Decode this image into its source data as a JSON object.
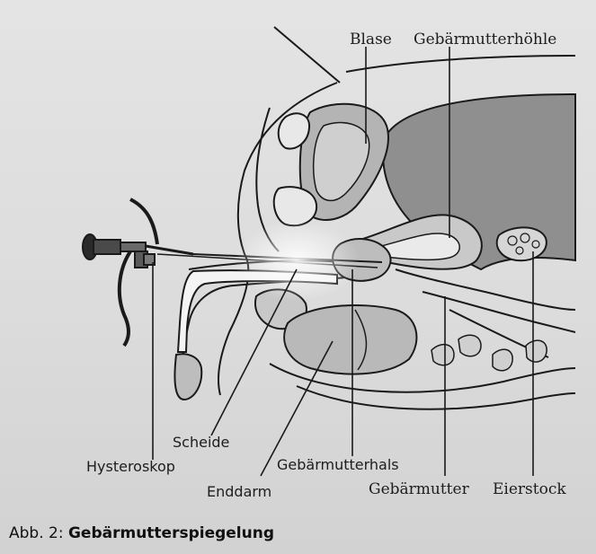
{
  "labels": {
    "blase": "Blase",
    "gebaermutterhoehle": "Gebärmutterhöhle",
    "scheide": "Scheide",
    "hysteroskop": "Hysteroskop",
    "gebaermutterhals": "Gebärmutterhals",
    "enddarm": "Enddarm",
    "gebaermutter": "Gebärmutter",
    "eierstock": "Eierstock"
  },
  "caption": {
    "prefix": "Abb. 2:",
    "title": "Gebärmutterspiegelung"
  },
  "colors": {
    "line": "#1a1a1a",
    "uterus_fill": "#8f8f8f",
    "organ_fill": "#b4b4b4",
    "background": "#dcdcdc"
  }
}
